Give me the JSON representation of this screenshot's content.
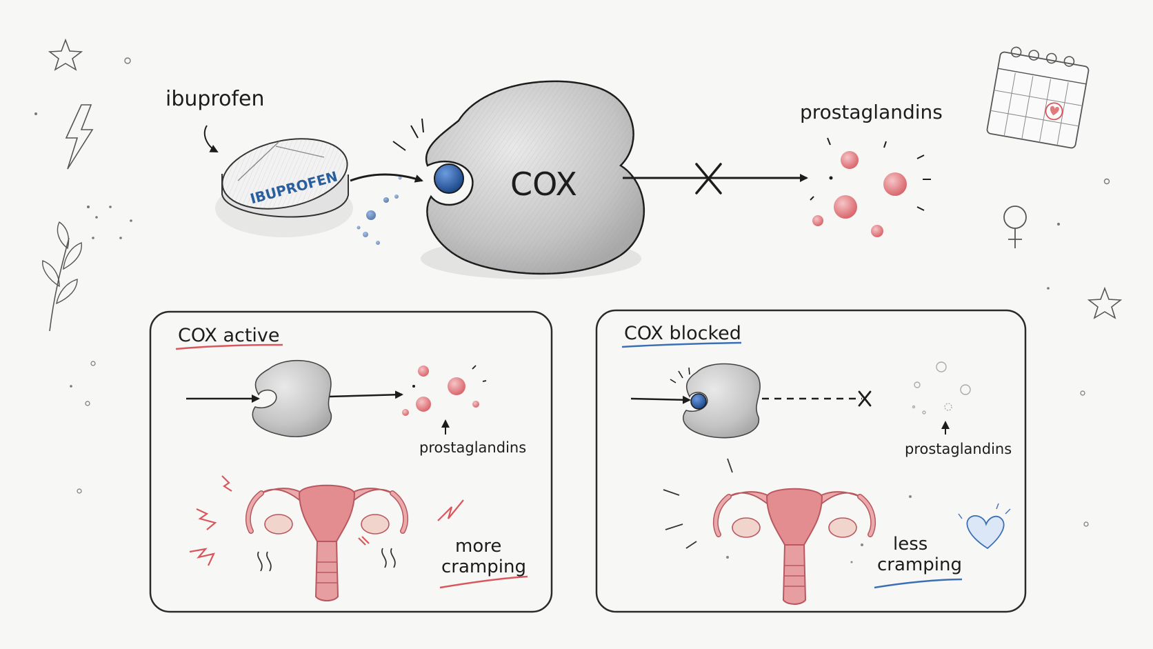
{
  "main": {
    "drug_label": "ibuprofen",
    "pill_text": "IBUPROFEN",
    "enzyme_label": "COX",
    "product_label": "prostaglandins"
  },
  "panel_active": {
    "title": "COX active",
    "product_label": "prostaglandins",
    "effect_line1": "more",
    "effect_line2": "cramping"
  },
  "panel_blocked": {
    "title": "COX blocked",
    "product_label": "prostaglandins",
    "effect_line1": "less",
    "effect_line2": "cramping"
  },
  "colors": {
    "ink": "#1c1c1c",
    "inhibitor_blue": "#2f62a8",
    "prostaglandin_red": "#e07a7f",
    "uterus_pink": "#e59a9c",
    "underline_red": "#d9575c",
    "underline_blue": "#3a6fb5",
    "paper": "#f7f7f5"
  },
  "icons": [
    "calendar-icon",
    "female-symbol-icon",
    "star-icon",
    "lightning-icon",
    "leaf-icon",
    "heart-icon"
  ]
}
